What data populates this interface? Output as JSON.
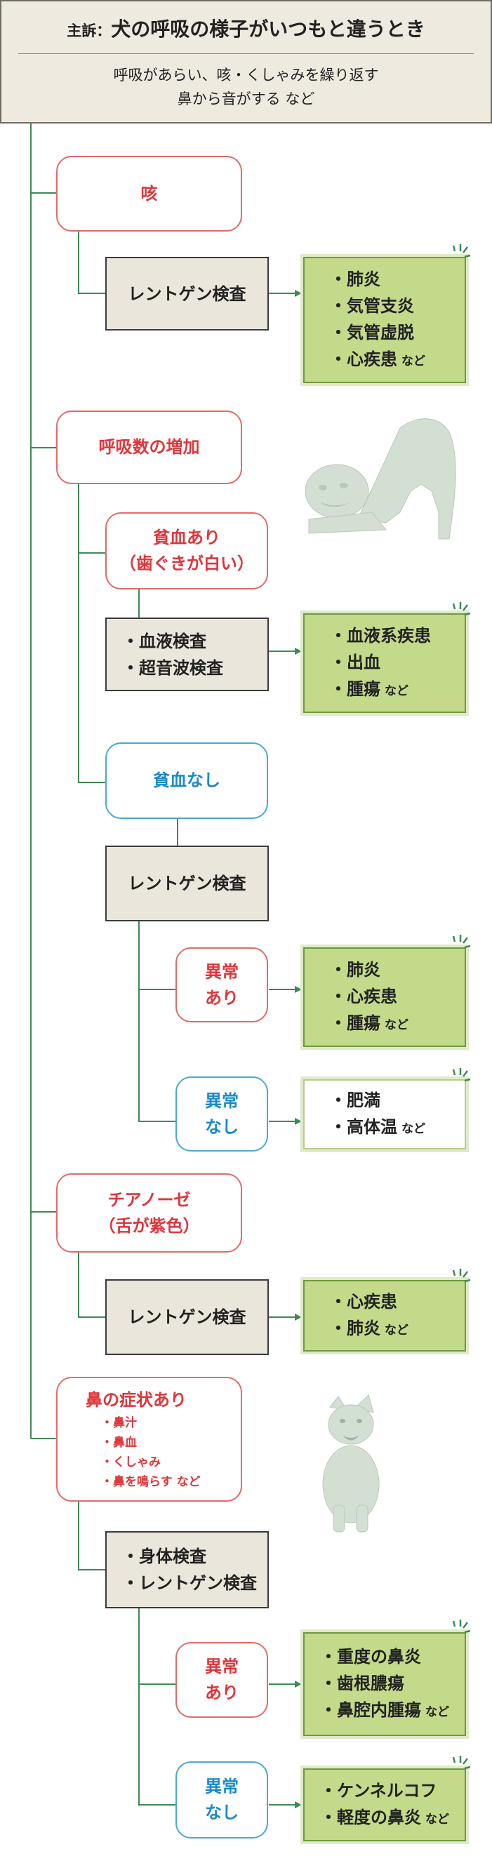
{
  "header": {
    "label": "主訴：",
    "title": "犬の呼吸の様子がいつもと違うとき",
    "desc1": "呼吸があらい、咳・くしゃみを繰り返す",
    "desc2": "鼻から音がする など"
  },
  "nado": "など",
  "sections": {
    "cough": {
      "symptom": "咳",
      "test": "レントゲン検査",
      "results": [
        "・肺炎",
        "・気管支炎",
        "・気管虚脱",
        "・心疾患"
      ]
    },
    "breath": {
      "symptom": "呼吸数の増加",
      "anemia": {
        "symptom1": "貧血あり",
        "symptom2": "（歯ぐきが白い）",
        "test1": "・血液検査",
        "test2": "・超音波検査",
        "results": [
          "・血液系疾患",
          "・出血",
          "・腫瘍"
        ]
      },
      "no_anemia": {
        "symptom": "貧血なし",
        "test": "レントゲン検査",
        "abnormal": {
          "label1": "異常",
          "label2": "あり",
          "results": [
            "・肺炎",
            "・心疾患",
            "・腫瘍"
          ]
        },
        "normal": {
          "label1": "異常",
          "label2": "なし",
          "results": [
            "・肥満",
            "・高体温"
          ]
        }
      }
    },
    "cyanosis": {
      "symptom1": "チアノーゼ",
      "symptom2": "（舌が紫色）",
      "test": "レントゲン検査",
      "results": [
        "・心疾患",
        "・肺炎"
      ]
    },
    "nose": {
      "symptom": "鼻の症状あり",
      "subs": [
        "・鼻汁",
        "・鼻血",
        "・くしゃみ",
        "・鼻を鳴らす など"
      ],
      "test1": "・身体検査",
      "test2": "・レントゲン検査",
      "abnormal": {
        "label1": "異常",
        "label2": "あり",
        "results": [
          "・重度の鼻炎",
          "・歯根膿瘍",
          "・鼻腔内腫瘍"
        ]
      },
      "normal": {
        "label1": "異常",
        "label2": "なし",
        "results": [
          "・ケンネルコフ",
          "・軽度の鼻炎"
        ]
      }
    }
  },
  "colors": {
    "symptom_red": "#e0353a",
    "symptom_blue": "#1a8ac8",
    "line_green": "#3d8a54",
    "result_green": "#c3da8a"
  },
  "illustrations": [
    "bulldog-stretching-illustration",
    "small-dog-barking-illustration"
  ]
}
